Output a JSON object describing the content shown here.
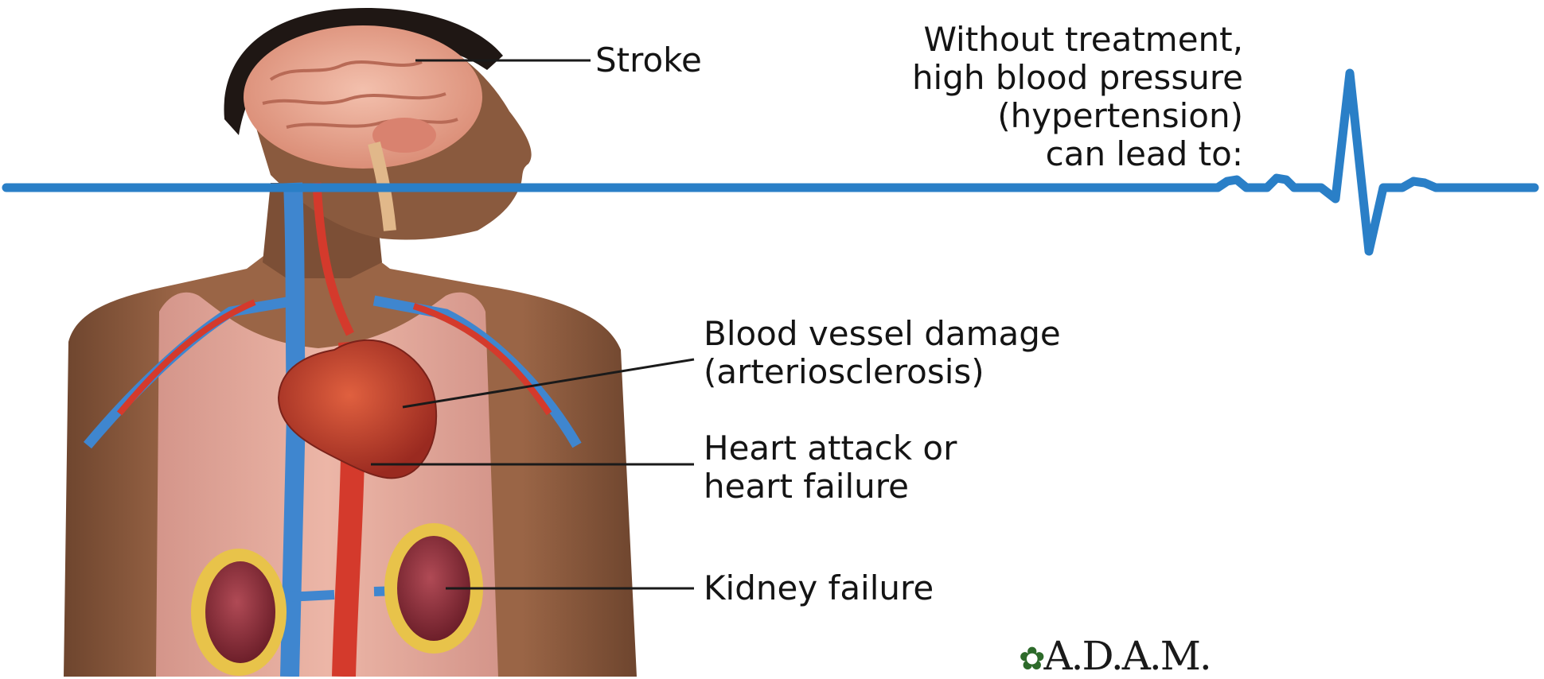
{
  "intro": {
    "lines": [
      "Without treatment,",
      "high blood pressure",
      "(hypertension)",
      "can lead to:"
    ]
  },
  "labels": {
    "stroke": "Stroke",
    "vessel_line1": "Blood vessel damage",
    "vessel_line2": "(arteriosclerosis)",
    "heart_line1": "Heart attack or",
    "heart_line2": "heart failure",
    "kidney": "Kidney failure"
  },
  "logo": "A.D.A.M.",
  "colors": {
    "ecg_line": "#2a7fc7",
    "skin": "#8a5a3e",
    "tank_top": "#e3a99a",
    "artery": "#d43a2c",
    "vein": "#3f86cf",
    "brain": "#eaa690",
    "kidney": "#8c2e38",
    "kidney_fat": "#e8c34a",
    "leader_line": "#1a1a1a",
    "text": "#141414"
  }
}
